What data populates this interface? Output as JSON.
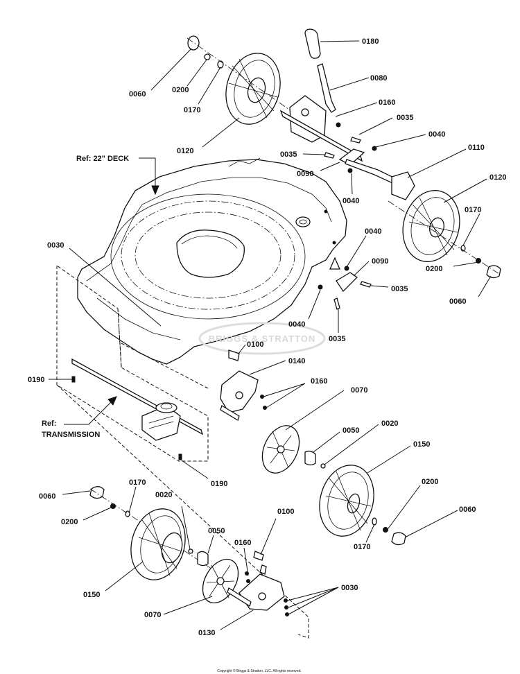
{
  "diagram": {
    "references": {
      "deck": "Ref: 22\" DECK",
      "transmission_line1": "Ref:",
      "transmission_line2": "TRANSMISSION"
    },
    "watermark": "BRIGGS & STRATTON",
    "copyright": "Copyright © Briggs & Stratton, LLC. All rights reserved.",
    "callouts": {
      "c0180": "0180",
      "c0080": "0080",
      "c0160a": "0160",
      "c0035a": "0035",
      "c0040a": "0040",
      "c0110": "0110",
      "c0120a": "0120",
      "c0170a": "0170",
      "c0200a": "0200",
      "c0060a": "0060",
      "c0060b": "0060",
      "c0200b": "0200",
      "c0170b": "0170",
      "c0120b": "0120",
      "c0035b": "0035",
      "c0090a": "0090",
      "c0040b": "0040",
      "c0030a": "0030",
      "c0040c": "0040",
      "c0090b": "0090",
      "c0035c": "0035",
      "c0040d": "0040",
      "c0035d": "0035",
      "c0100a": "0100",
      "c0140": "0140",
      "c0190a": "0190",
      "c0160b": "0160",
      "c0070a": "0070",
      "c0050a": "0050",
      "c0020a": "0020",
      "c0150a": "0150",
      "c0190b": "0190",
      "c0060c": "0060",
      "c0170c": "0170",
      "c0200c": "0200",
      "c0020b": "0020",
      "c0100b": "0100",
      "c0050b": "0050",
      "c0160c": "0160",
      "c0200d": "0200",
      "c0060d": "0060",
      "c0170d": "0170",
      "c0150b": "0150",
      "c0070b": "0070",
      "c0030b": "0030",
      "c0130": "0130"
    }
  }
}
